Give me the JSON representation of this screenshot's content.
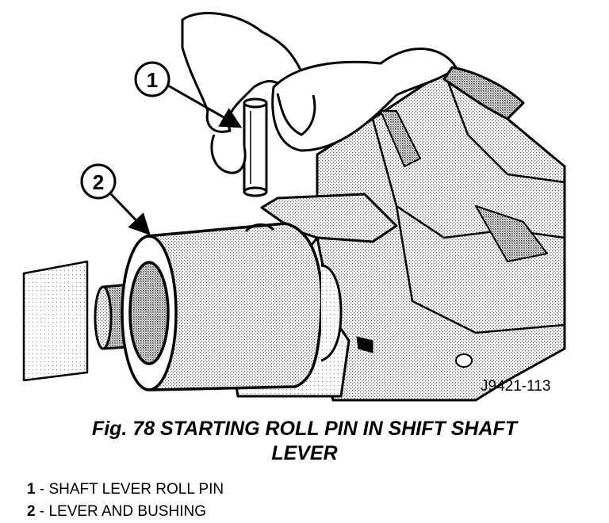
{
  "figure": {
    "callouts": [
      {
        "number": "1"
      },
      {
        "number": "2"
      }
    ],
    "code": "J9421-113"
  },
  "caption": {
    "line1": "Fig. 78 STARTING ROLL PIN IN SHIFT SHAFT",
    "line2": "LEVER"
  },
  "legend": [
    {
      "number": "1",
      "separator": " - ",
      "text": "SHAFT LEVER ROLL PIN"
    },
    {
      "number": "2",
      "separator": " - ",
      "text": "LEVER AND BUSHING"
    }
  ]
}
